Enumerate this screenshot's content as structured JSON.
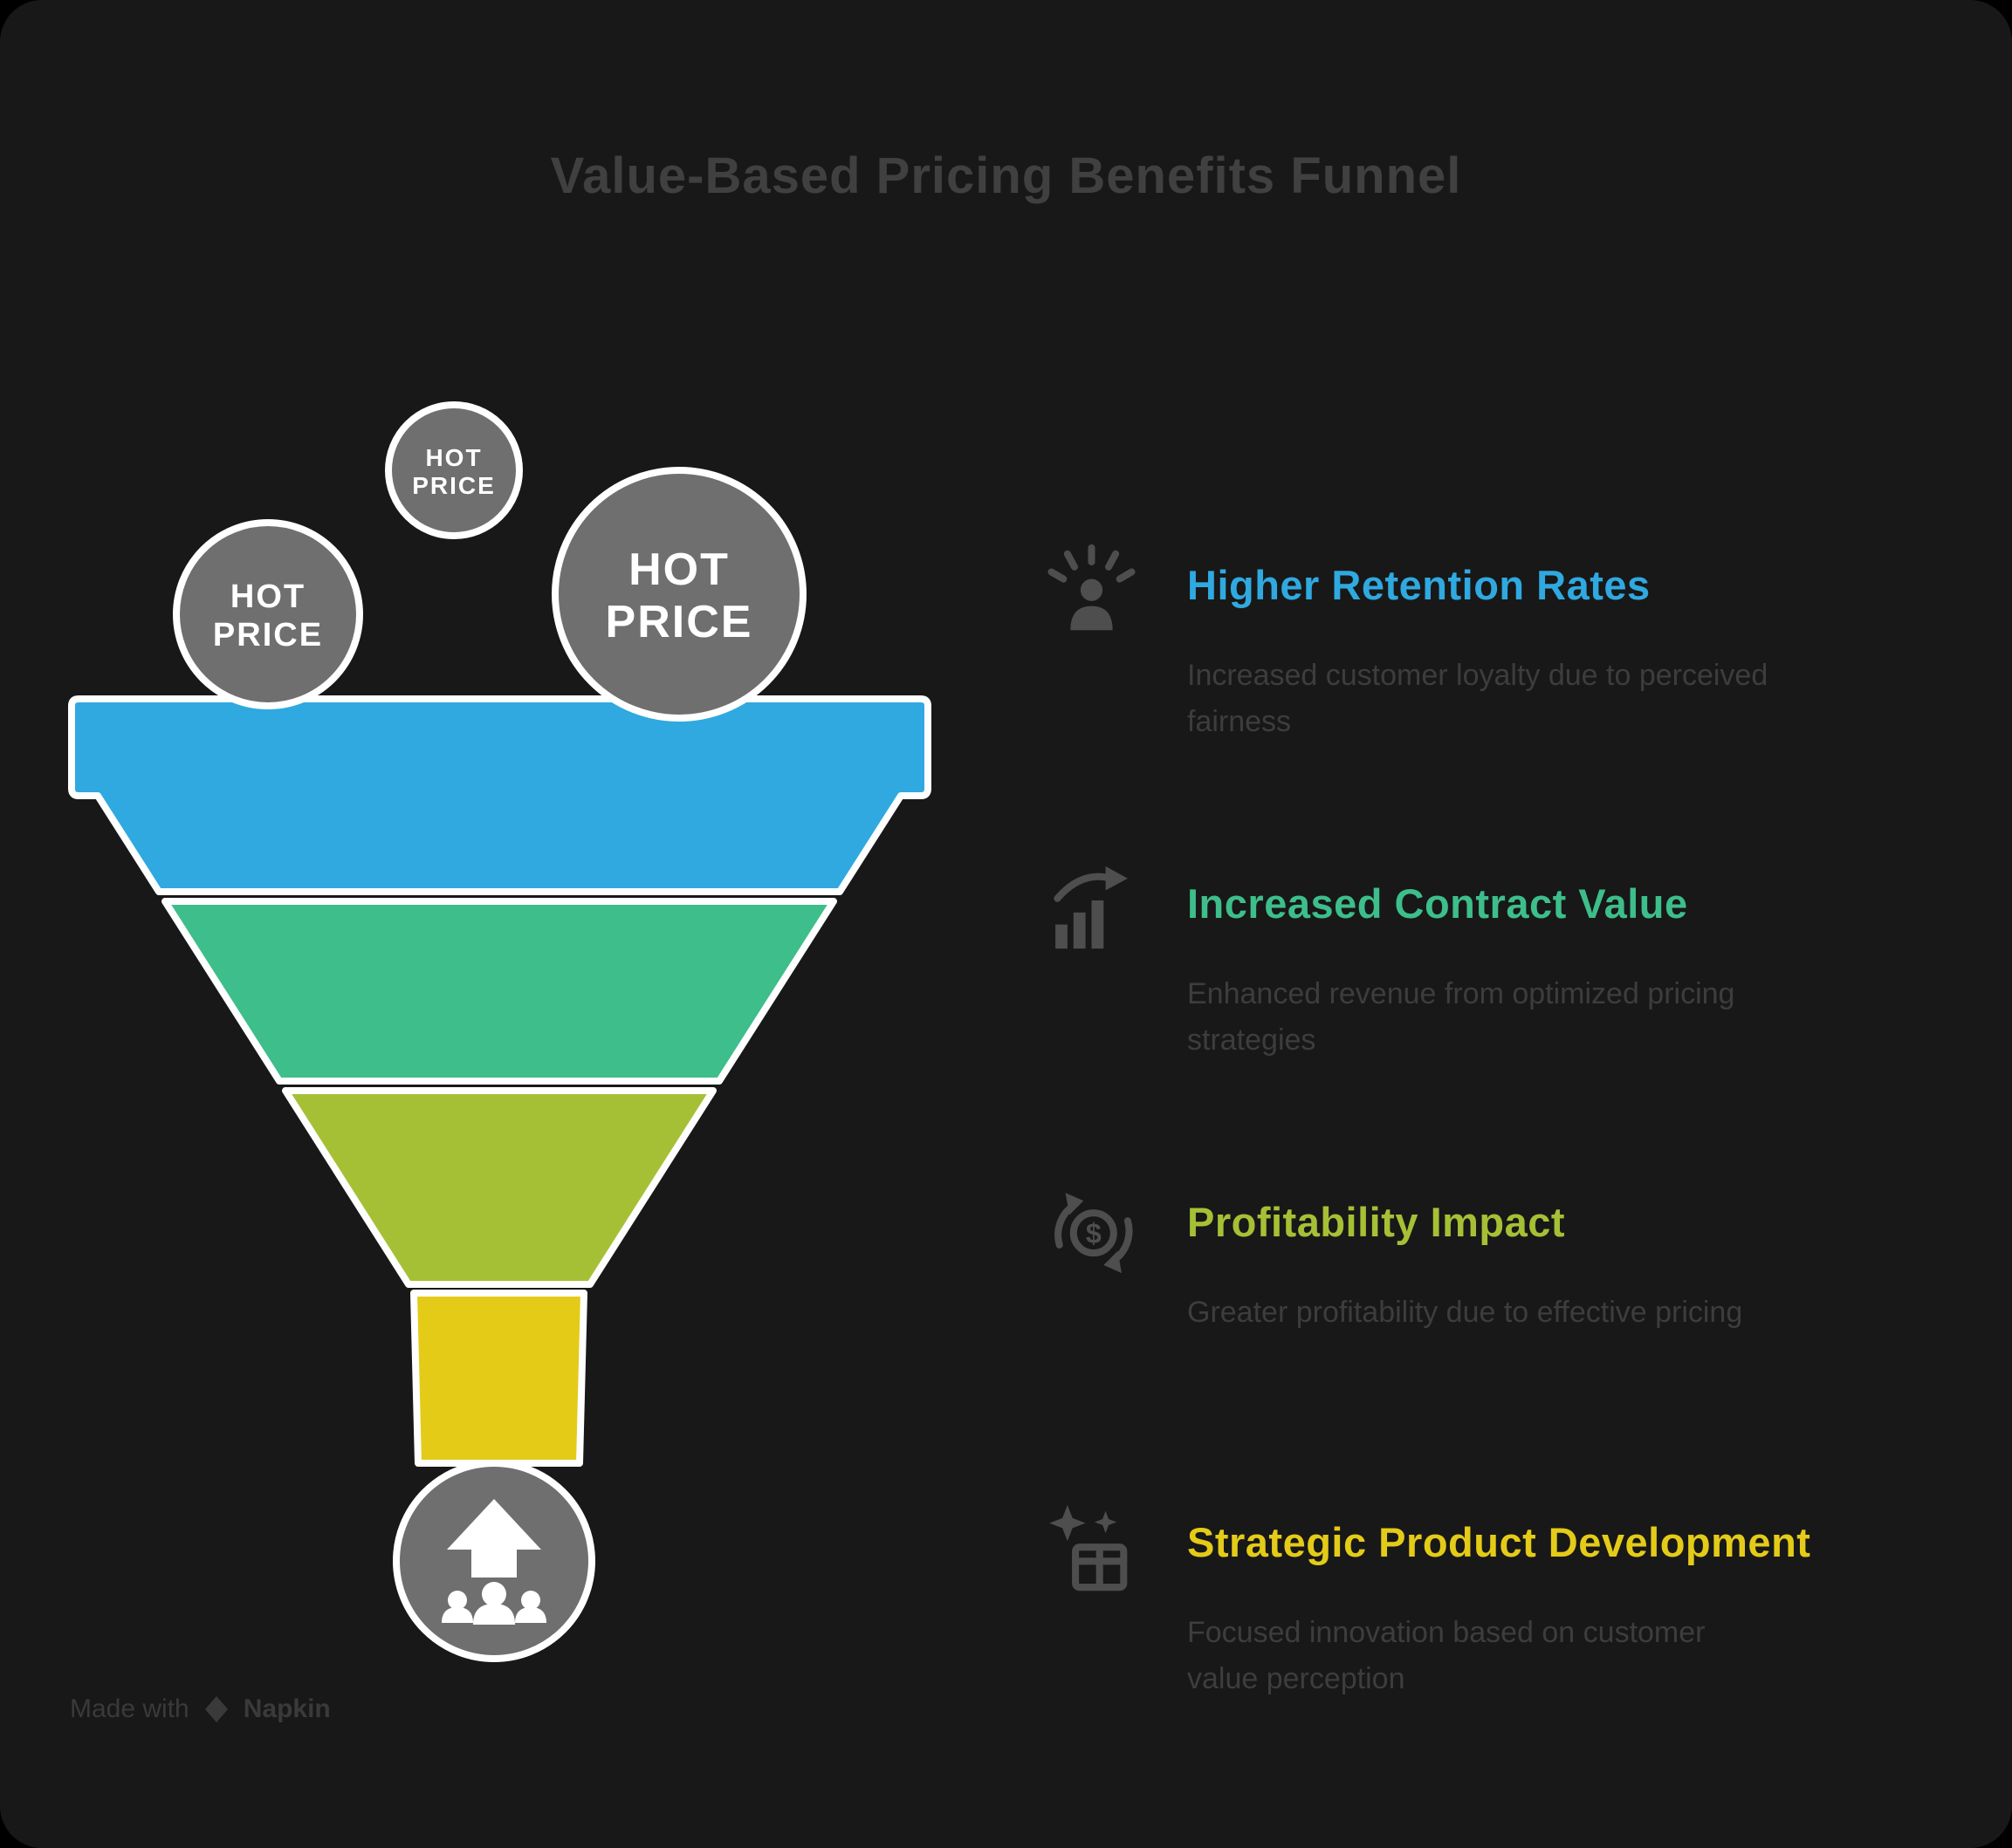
{
  "title": "Value-Based Pricing Benefits Funnel",
  "colors": {
    "background": "#000000",
    "card": "#181818",
    "circle_gray": "#6F6F6F",
    "icon_gray": "#4E4E4E",
    "muted_text": "#3D3D3D",
    "title_text": "#404040",
    "white": "#FFFFFF"
  },
  "funnel": {
    "balls": [
      {
        "line1": "HOT",
        "line2": "PRICE",
        "size": "small"
      },
      {
        "line1": "HOT",
        "line2": "PRICE",
        "size": "medium"
      },
      {
        "line1": "HOT",
        "line2": "PRICE",
        "size": "large"
      }
    ],
    "layers": [
      {
        "name": "retention",
        "color": "#2FA9E0"
      },
      {
        "name": "contract-value",
        "color": "#3DBE8B"
      },
      {
        "name": "profitability",
        "color": "#A6C035"
      },
      {
        "name": "product-development",
        "color": "#E4CB18"
      }
    ],
    "outlet_icon": "people-growth-arrow-icon"
  },
  "benefits": [
    {
      "heading": "Higher Retention Rates",
      "heading_color": "#2FA9E0",
      "description": "Increased customer loyalty due to perceived\nfairness",
      "icon": "customer-loyalty-icon"
    },
    {
      "heading": "Increased Contract Value",
      "heading_color": "#3DBE8B",
      "description": "Enhanced revenue from optimized pricing\nstrategies",
      "icon": "revenue-growth-icon"
    },
    {
      "heading": "Profitability Impact",
      "heading_color": "#A6C035",
      "description": "Greater profitability due to effective pricing",
      "icon": "coin-cycle-icon"
    },
    {
      "heading": "Strategic Product Development",
      "heading_color": "#E4CB18",
      "description": "Focused innovation based on customer\nvalue perception",
      "icon": "innovation-sparkle-box-icon"
    }
  ],
  "watermark": {
    "prefix": "Made with",
    "brand": "Napkin"
  }
}
